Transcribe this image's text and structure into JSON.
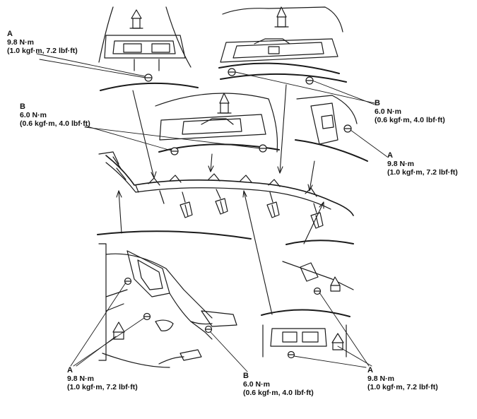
{
  "callouts": [
    {
      "letter": "A",
      "torque": "9.8 N·m",
      "alt": "(1.0 kgf·m, 7.2 lbf·ft)"
    },
    {
      "letter": "B",
      "torque": "6.0 N·m",
      "alt": "(0.6 kgf·m, 4.0 lbf·ft)"
    },
    {
      "letter": "B",
      "torque": "6.0 N·m",
      "alt": "(0.6 kgf·m, 4.0 lbf·ft)"
    },
    {
      "letter": "A",
      "torque": "9.8 N·m",
      "alt": "(1.0 kgf·m, 7.2 lbf·ft)"
    },
    {
      "letter": "A",
      "torque": "9.8 N·m",
      "alt": "(1.0 kgf·m, 7.2 lbf·ft)"
    },
    {
      "letter": "B",
      "torque": "6.0 N·m",
      "alt": "(0.6 kgf·m, 4.0 lbf·ft)"
    },
    {
      "letter": "A",
      "torque": "9.8 N·m",
      "alt": "(1.0 kgf·m, 7.2 lbf·ft)"
    }
  ]
}
